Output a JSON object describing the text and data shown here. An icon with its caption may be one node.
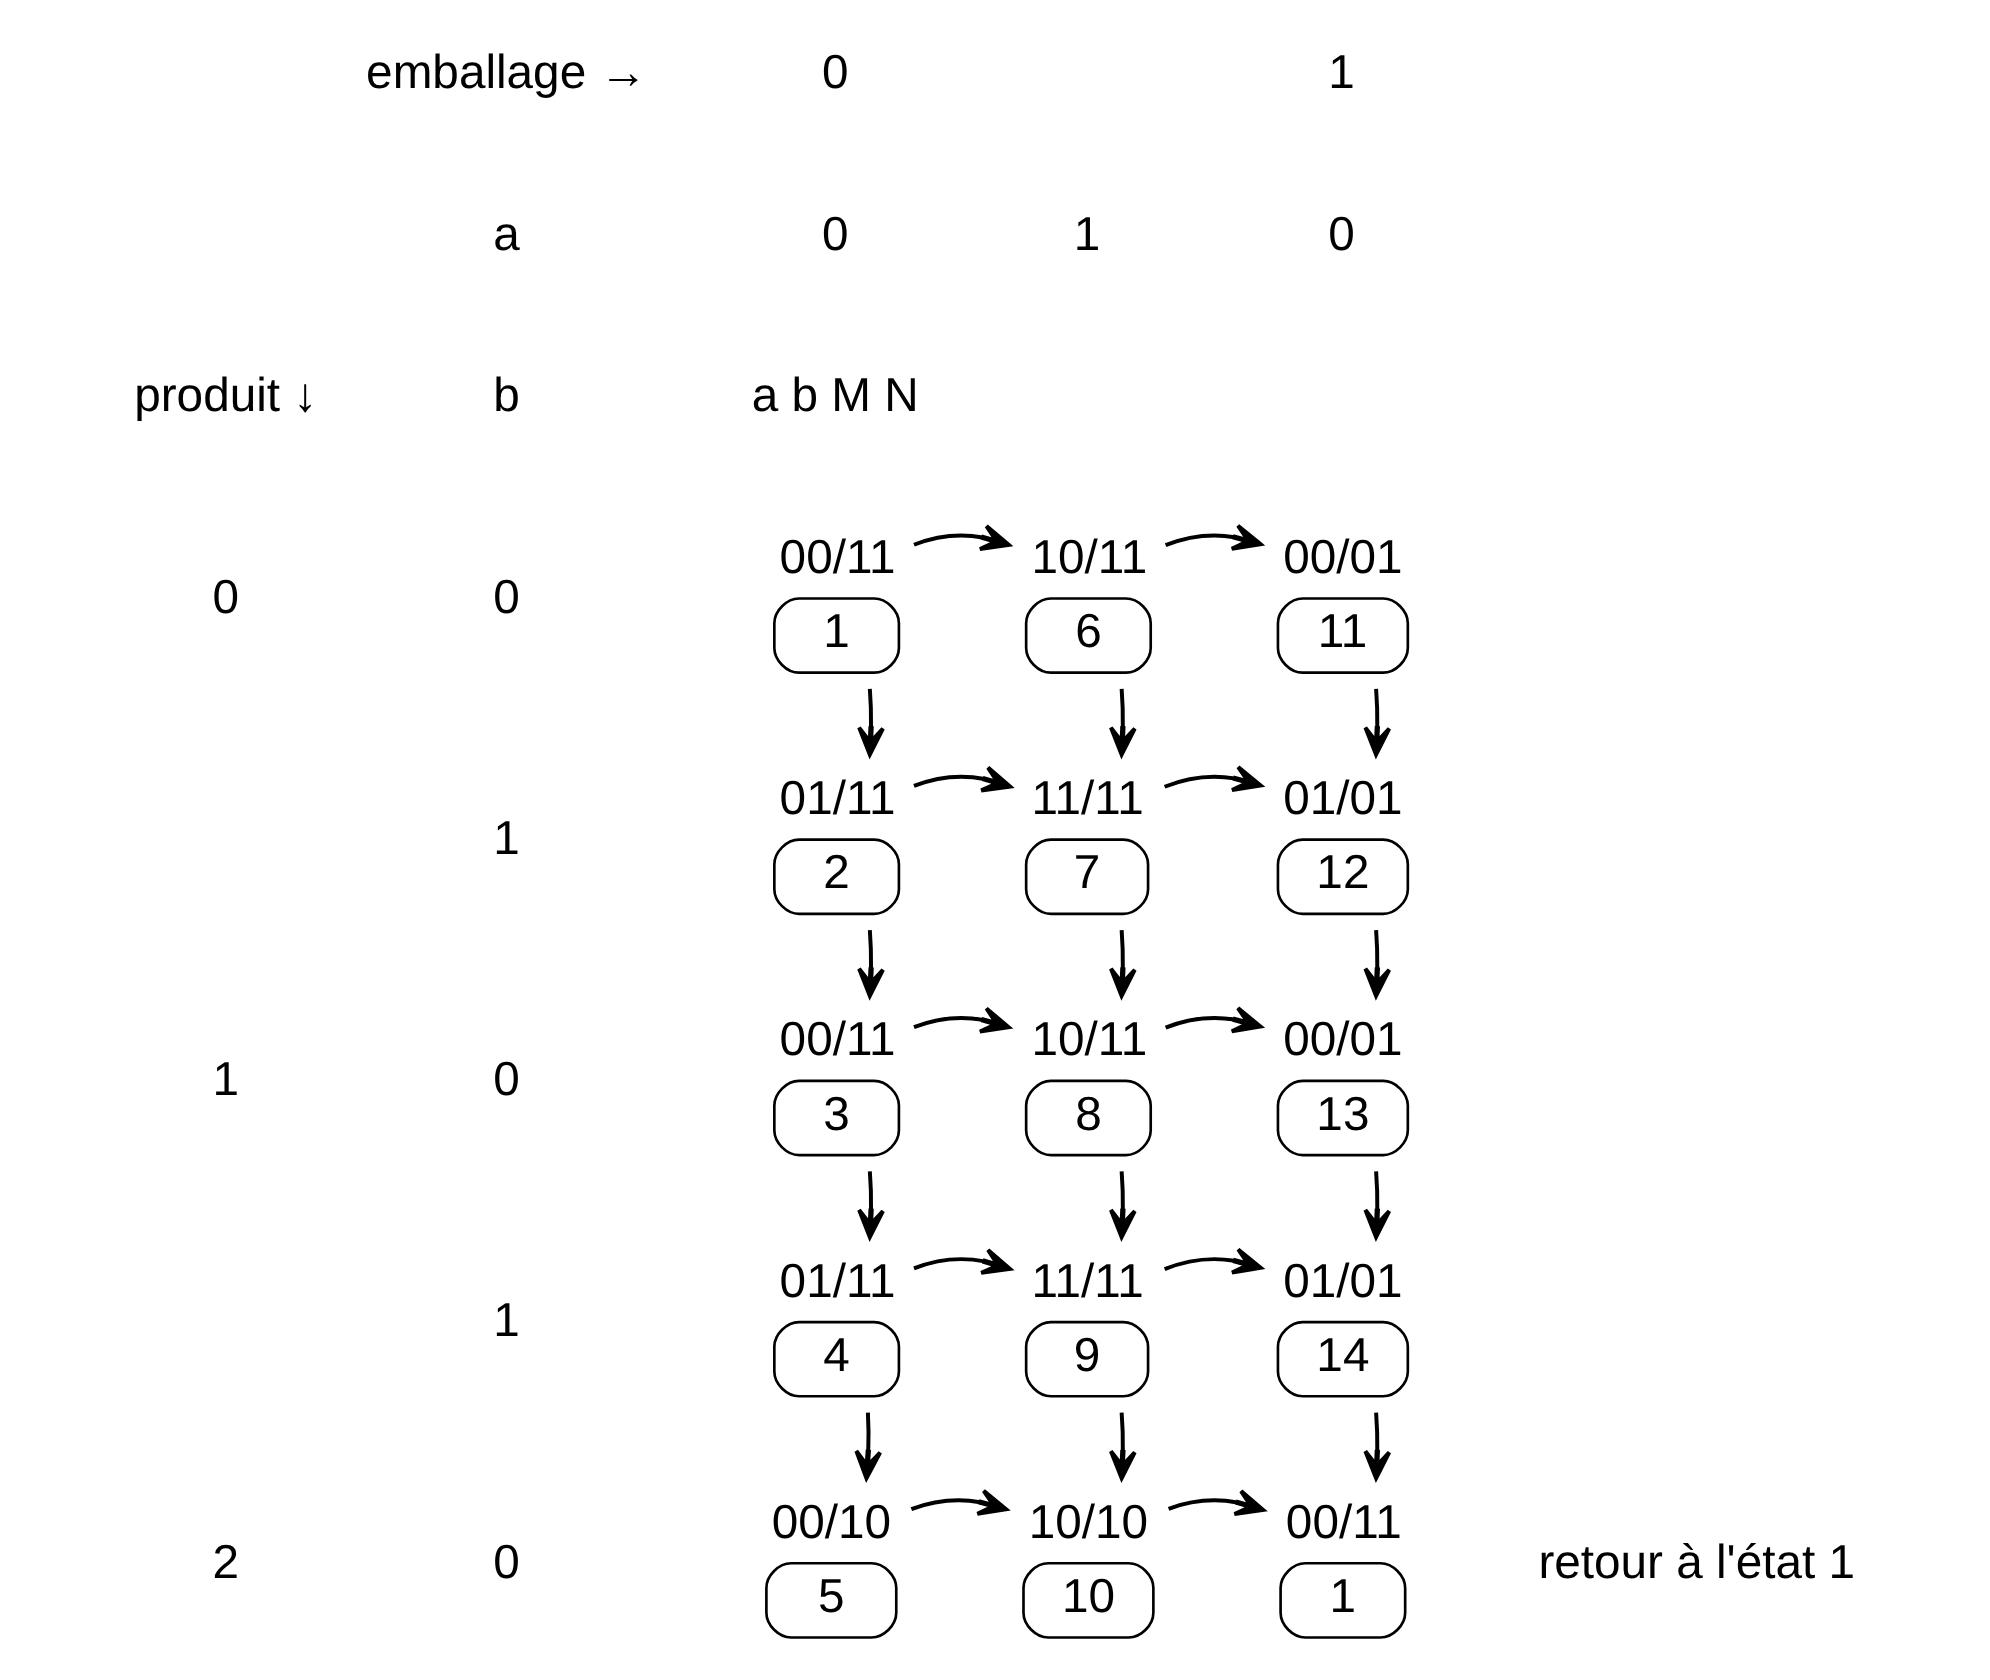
{
  "diagram": {
    "nodes": [
      {
        "text": [
          "00/11",
          "1"
        ]
      },
      {
        "text": [
          "01/11",
          "2"
        ]
      },
      {
        "text": [
          "00/11",
          "3"
        ]
      },
      {
        "text": [
          "01/11",
          "4"
        ]
      },
      {
        "text": [
          "00/10",
          "5"
        ]
      },
      {
        "text": [
          "10/11",
          "6"
        ]
      },
      {
        "text": [
          "11/11",
          "7"
        ]
      },
      {
        "text": [
          "10/11",
          "8"
        ]
      },
      {
        "text": [
          "11/11",
          "9"
        ]
      },
      {
        "text": [
          "10/10",
          "10"
        ]
      },
      {
        "text": [
          "00/01",
          "11"
        ]
      },
      {
        "text": [
          "01/01",
          "12"
        ]
      },
      {
        "text": [
          "00/01",
          "13"
        ]
      },
      {
        "text": [
          "01/01",
          "14"
        ]
      },
      {
        "text": [
          "00/11",
          "1"
        ],
        "beside": [
          "retour à l'état 1"
        ]
      }
    ],
    "edges": [
      {
        "from": 0,
        "to": 5,
        "arrow": "to"
      },
      {
        "from": 5,
        "to": 10,
        "arrow": "to"
      },
      {
        "from": 0,
        "to": 1,
        "arrow": "to"
      },
      {
        "from": 5,
        "to": 6,
        "arrow": "to"
      },
      {
        "from": 10,
        "to": 11,
        "arrow": "to"
      },
      {
        "from": 1,
        "to": 6,
        "arrow": "to"
      },
      {
        "from": 6,
        "to": 11,
        "arrow": "to"
      },
      {
        "from": 1,
        "to": 2,
        "arrow": "to"
      },
      {
        "from": 6,
        "to": 7,
        "arrow": "to"
      },
      {
        "from": 11,
        "to": 12,
        "arrow": "to"
      },
      {
        "from": 2,
        "to": 7,
        "arrow": "to"
      },
      {
        "from": 7,
        "to": 12,
        "arrow": "to"
      },
      {
        "from": 2,
        "to": 3,
        "arrow": "to"
      },
      {
        "from": 7,
        "to": 8,
        "arrow": "to"
      },
      {
        "from": 12,
        "to": 13,
        "arrow": "to"
      },
      {
        "from": 3,
        "to": 8,
        "arrow": "to"
      },
      {
        "from": 8,
        "to": 13,
        "arrow": "to"
      },
      {
        "from": 3,
        "to": 4,
        "arrow": "to"
      },
      {
        "from": 8,
        "to": 9,
        "arrow": "to"
      },
      {
        "from": 13,
        "to": 14,
        "arrow": "to"
      },
      {
        "from": 4,
        "to": 9,
        "arrow": "to"
      },
      {
        "from": 9,
        "to": 14,
        "arrow": "to"
      }
    ],
    "labels": [
      "emballage →",
      "0",
      "1",
      "a",
      "0",
      "1",
      "0",
      "produit ↓",
      "b",
      "a b M N",
      "0",
      "0",
      "1",
      "1",
      "0",
      "1",
      "2",
      "0"
    ]
  }
}
